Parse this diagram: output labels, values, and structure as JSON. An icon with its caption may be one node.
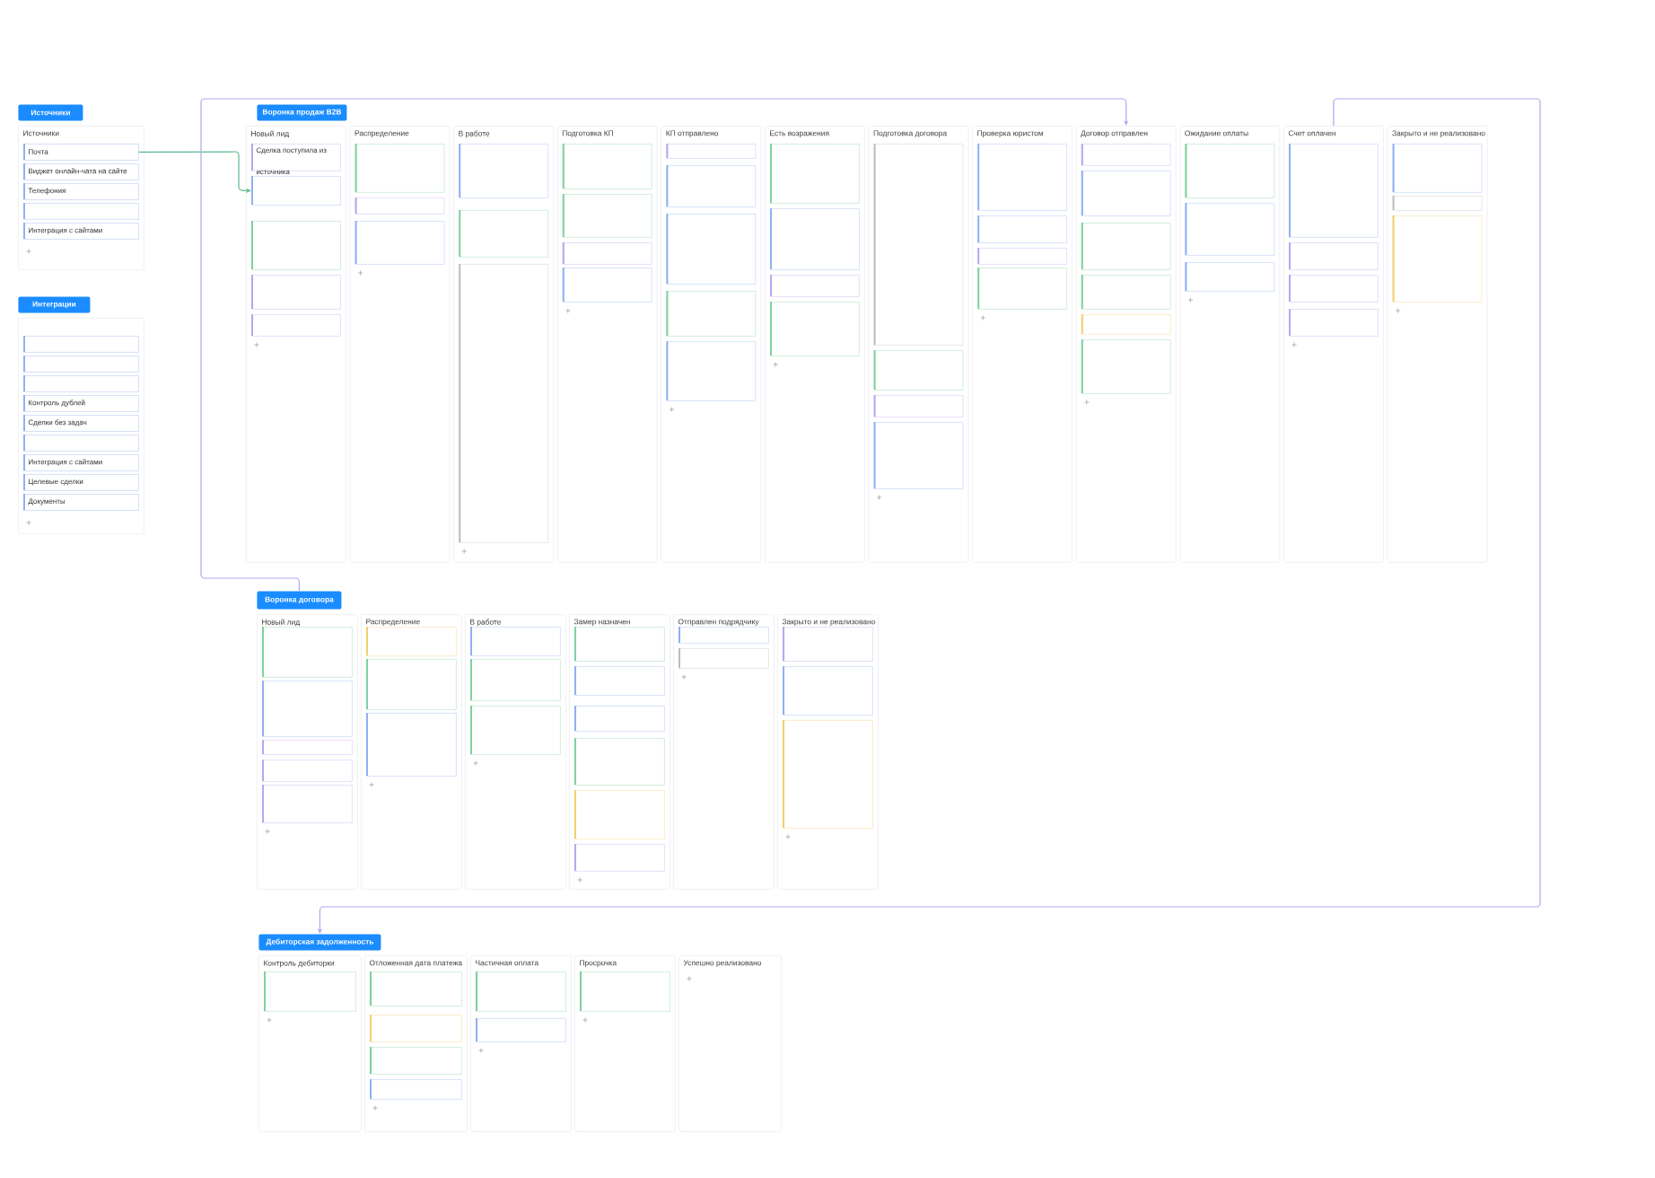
{
  "diagram": {
    "nodes": [
      {
        "text": [
          "Источники"
        ]
      },
      {
        "text": [
          "Источники"
        ]
      },
      {
        "text": [
          "Почта"
        ],
        "in": 1
      },
      {
        "text": [
          "Виджет онлайн-чата на сайте"
        ],
        "in": 1
      },
      {
        "text": [
          "Телефония"
        ],
        "in": 1
      },
      {
        "text": [],
        "shape": "box",
        "in": 1
      },
      {
        "text": [
          "Интеграция с сайтами"
        ],
        "in": 1
      },
      {
        "text": [
          "Интеграции"
        ]
      },
      {
        "text": [],
        "shape": "box"
      },
      {
        "text": [],
        "shape": "box",
        "in": 8
      },
      {
        "text": [],
        "shape": "box",
        "in": 8
      },
      {
        "text": [],
        "shape": "box",
        "in": 8
      },
      {
        "text": [
          "Контроль дублей"
        ],
        "in": 8
      },
      {
        "text": [
          "Сделки без задач"
        ],
        "in": 8
      },
      {
        "text": [],
        "shape": "box",
        "in": 8
      },
      {
        "text": [
          "Интеграция с сайтами"
        ],
        "in": 8
      },
      {
        "text": [
          "Целевые сделки"
        ],
        "in": 8
      },
      {
        "text": [
          "Документы"
        ],
        "in": 8
      },
      {
        "text": [
          "Воронка продаж B2B"
        ]
      },
      {
        "text": [
          "Новый лид"
        ]
      },
      {
        "text": [
          "Сделка поступила из источника"
        ],
        "in": 19
      },
      {
        "text": [],
        "shape": "box",
        "in": 19
      },
      {
        "text": [],
        "shape": "box",
        "in": 19
      },
      {
        "text": [],
        "shape": "box",
        "in": 19
      },
      {
        "text": [],
        "shape": "box",
        "in": 19
      },
      {
        "text": [
          "Распределение"
        ]
      },
      {
        "text": [],
        "shape": "box",
        "in": 25
      },
      {
        "text": [],
        "shape": "box",
        "in": 25
      },
      {
        "text": [],
        "shape": "box",
        "in": 25
      },
      {
        "text": [
          "В работе"
        ]
      },
      {
        "text": [],
        "shape": "box",
        "in": 29
      },
      {
        "text": [],
        "shape": "box",
        "in": 29
      },
      {
        "text": [],
        "shape": "box",
        "in": 29
      },
      {
        "text": [
          "Подготовка КП"
        ]
      },
      {
        "text": [],
        "shape": "box",
        "in": 33
      },
      {
        "text": [],
        "shape": "box",
        "in": 33
      },
      {
        "text": [],
        "shape": "box",
        "in": 33
      },
      {
        "text": [],
        "shape": "box",
        "in": 33
      },
      {
        "text": [
          "КП отправлено"
        ]
      },
      {
        "text": [],
        "shape": "box",
        "in": 38
      },
      {
        "text": [],
        "shape": "box",
        "in": 38
      },
      {
        "text": [],
        "shape": "box",
        "in": 38
      },
      {
        "text": [],
        "shape": "box",
        "in": 38
      },
      {
        "text": [],
        "shape": "box",
        "in": 38
      },
      {
        "text": [
          "Есть возражения"
        ]
      },
      {
        "text": [],
        "shape": "box",
        "in": 44
      },
      {
        "text": [],
        "shape": "box",
        "in": 44
      },
      {
        "text": [],
        "shape": "box",
        "in": 44
      },
      {
        "text": [],
        "shape": "box",
        "in": 44
      },
      {
        "text": [
          "Подготовка договора"
        ]
      },
      {
        "text": [],
        "shape": "box",
        "in": 49
      },
      {
        "text": [],
        "shape": "box",
        "in": 49
      },
      {
        "text": [],
        "shape": "box",
        "in": 49
      },
      {
        "text": [],
        "shape": "box",
        "in": 49
      },
      {
        "text": [
          "Проверка юристом"
        ]
      },
      {
        "text": [],
        "shape": "box",
        "in": 54
      },
      {
        "text": [],
        "shape": "box",
        "in": 54
      },
      {
        "text": [],
        "shape": "box",
        "in": 54
      },
      {
        "text": [],
        "shape": "box",
        "in": 54
      },
      {
        "text": [
          "Договор отправлен"
        ]
      },
      {
        "text": [],
        "shape": "box",
        "in": 59
      },
      {
        "text": [],
        "shape": "box",
        "in": 59
      },
      {
        "text": [],
        "shape": "box",
        "in": 59
      },
      {
        "text": [],
        "shape": "box",
        "in": 59
      },
      {
        "text": [],
        "shape": "box",
        "in": 59
      },
      {
        "text": [],
        "shape": "box",
        "in": 59
      },
      {
        "text": [
          "Ожидание оплаты"
        ]
      },
      {
        "text": [],
        "shape": "box",
        "in": 66
      },
      {
        "text": [],
        "shape": "box",
        "in": 66
      },
      {
        "text": [],
        "shape": "box",
        "in": 66
      },
      {
        "text": [
          "Счет оплачен"
        ]
      },
      {
        "text": [],
        "shape": "box",
        "in": 70
      },
      {
        "text": [],
        "shape": "box",
        "in": 70
      },
      {
        "text": [],
        "shape": "box",
        "in": 70
      },
      {
        "text": [],
        "shape": "box",
        "in": 70
      },
      {
        "text": [
          "Закрыто и не реализовано"
        ]
      },
      {
        "text": [],
        "shape": "box",
        "in": 75
      },
      {
        "text": [],
        "shape": "box",
        "in": 75
      },
      {
        "text": [],
        "shape": "box",
        "in": 75
      },
      {
        "text": [
          "Воронка договора"
        ]
      },
      {
        "text": [
          "Новый лид"
        ]
      },
      {
        "text": [],
        "shape": "box",
        "in": 80
      },
      {
        "text": [],
        "shape": "box",
        "in": 80
      },
      {
        "text": [],
        "shape": "box",
        "in": 80
      },
      {
        "text": [],
        "shape": "box",
        "in": 80
      },
      {
        "text": [],
        "shape": "box",
        "in": 80
      },
      {
        "text": [
          "Распределение"
        ]
      },
      {
        "text": [],
        "shape": "box",
        "in": 86
      },
      {
        "text": [],
        "shape": "box",
        "in": 86
      },
      {
        "text": [],
        "shape": "box",
        "in": 86
      },
      {
        "text": [
          "В работе"
        ]
      },
      {
        "text": [],
        "shape": "box",
        "in": 90
      },
      {
        "text": [],
        "shape": "box",
        "in": 90
      },
      {
        "text": [],
        "shape": "box",
        "in": 90
      },
      {
        "text": [
          "Замер назначен"
        ]
      },
      {
        "text": [],
        "shape": "box",
        "in": 94
      },
      {
        "text": [],
        "shape": "box",
        "in": 94
      },
      {
        "text": [],
        "shape": "box",
        "in": 94
      },
      {
        "text": [],
        "shape": "box",
        "in": 94
      },
      {
        "text": [],
        "shape": "box",
        "in": 94
      },
      {
        "text": [],
        "shape": "box",
        "in": 94
      },
      {
        "text": [
          "Отправлен подрядчику"
        ]
      },
      {
        "text": [],
        "shape": "box",
        "in": 101
      },
      {
        "text": [],
        "shape": "box",
        "in": 101
      },
      {
        "text": [
          "Закрыто и не реализовано"
        ]
      },
      {
        "text": [],
        "shape": "box",
        "in": 104
      },
      {
        "text": [],
        "shape": "box",
        "in": 104
      },
      {
        "text": [],
        "shape": "box",
        "in": 104
      },
      {
        "text": [
          "Дебиторская задолженность"
        ]
      },
      {
        "text": [
          "Контроль дебиторки"
        ]
      },
      {
        "text": [],
        "shape": "box",
        "in": 109
      },
      {
        "text": [
          "Отложенная дата платежа"
        ]
      },
      {
        "text": [],
        "shape": "box",
        "in": 111
      },
      {
        "text": [],
        "shape": "box",
        "in": 111
      },
      {
        "text": [],
        "shape": "box",
        "in": 111
      },
      {
        "text": [],
        "shape": "box",
        "in": 111
      },
      {
        "text": [
          "Частичная оплата"
        ]
      },
      {
        "text": [],
        "shape": "box",
        "in": 116
      },
      {
        "text": [],
        "shape": "box",
        "in": 116
      },
      {
        "text": [
          "Просрочка"
        ]
      },
      {
        "text": [],
        "shape": "box",
        "in": 119
      },
      {
        "text": [
          "Успешно реализовано"
        ]
      }
    ],
    "edges": [
      {
        "from": 2,
        "to": 21,
        "arrow": "to",
        "color": "#5cb88a"
      },
      {
        "from": 79,
        "to": 59,
        "arrow": "to"
      },
      {
        "from": 70,
        "to": 108,
        "arrow": "to"
      }
    ]
  }
}
